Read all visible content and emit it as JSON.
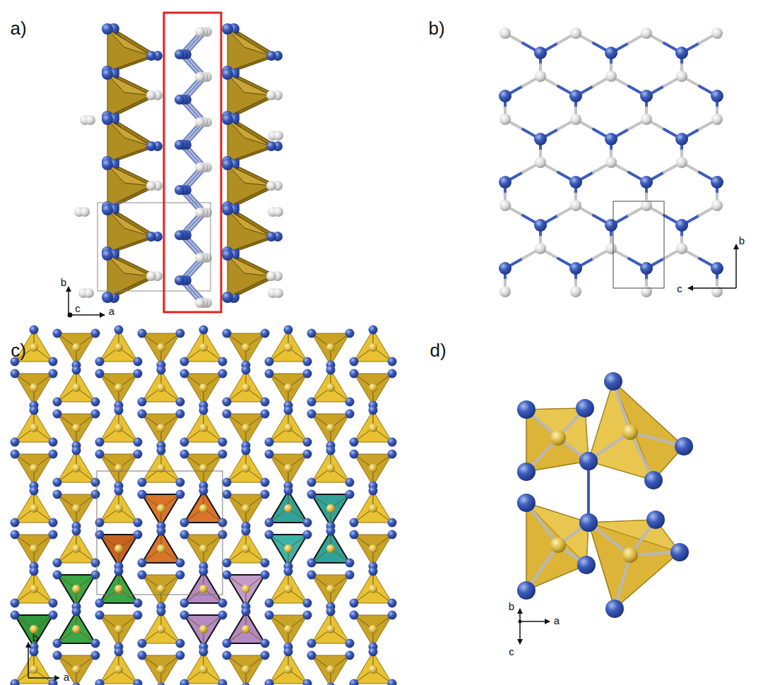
{
  "diagram": {
    "labels": [
      "a)",
      "b",
      "c",
      "a",
      "b)",
      "b",
      "c",
      "c)",
      "b",
      "a",
      "d)",
      "b",
      "a",
      "c"
    ]
  }
}
